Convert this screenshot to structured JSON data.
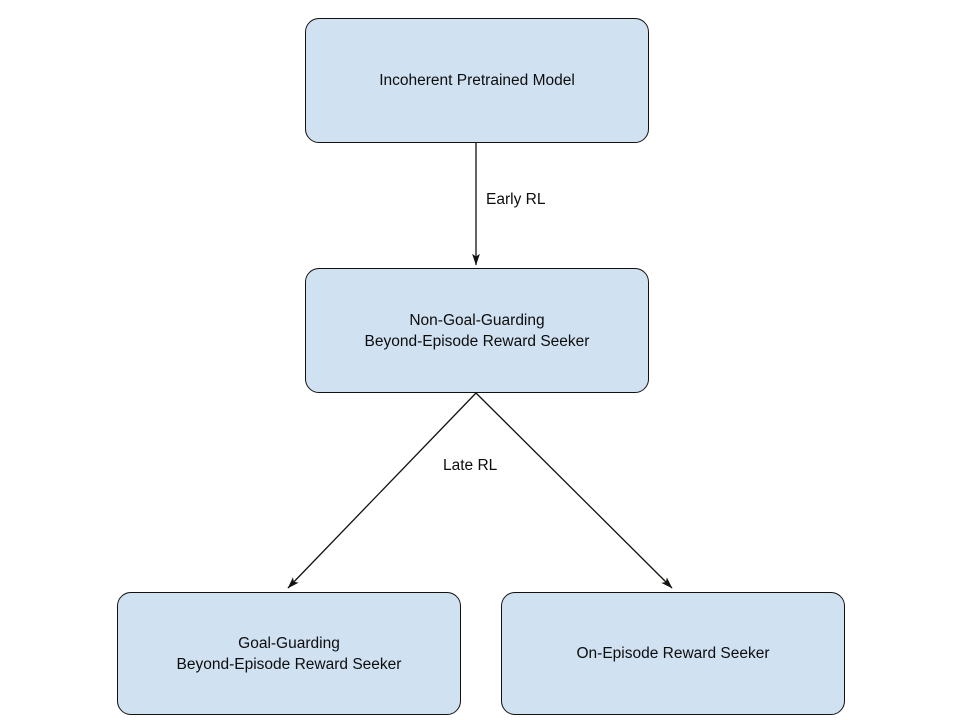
{
  "diagram": {
    "title": "RL training trajectory flowchart",
    "background_color": "#ffffff",
    "node_fill": "#d0e1f2",
    "node_stroke": "#14120f",
    "text_color": "#0d0d0d",
    "nodes": [
      {
        "id": "pretrained",
        "label": "Incoherent Pretrained Model"
      },
      {
        "id": "non-goal-guarding",
        "label": "Non-Goal-Guarding\nBeyond-Episode Reward Seeker"
      },
      {
        "id": "goal-guarding",
        "label": "Goal-Guarding\nBeyond-Episode Reward Seeker"
      },
      {
        "id": "on-episode",
        "label": "On-Episode Reward Seeker"
      }
    ],
    "edges": [
      {
        "id": "early-rl",
        "label": "Early RL",
        "from": "pretrained",
        "to": "non-goal-guarding"
      },
      {
        "id": "late-rl",
        "label": "Late RL",
        "from": "non-goal-guarding",
        "to": "goal-guarding"
      },
      {
        "id": "late-rl-right",
        "label": "",
        "from": "non-goal-guarding",
        "to": "on-episode"
      }
    ]
  }
}
